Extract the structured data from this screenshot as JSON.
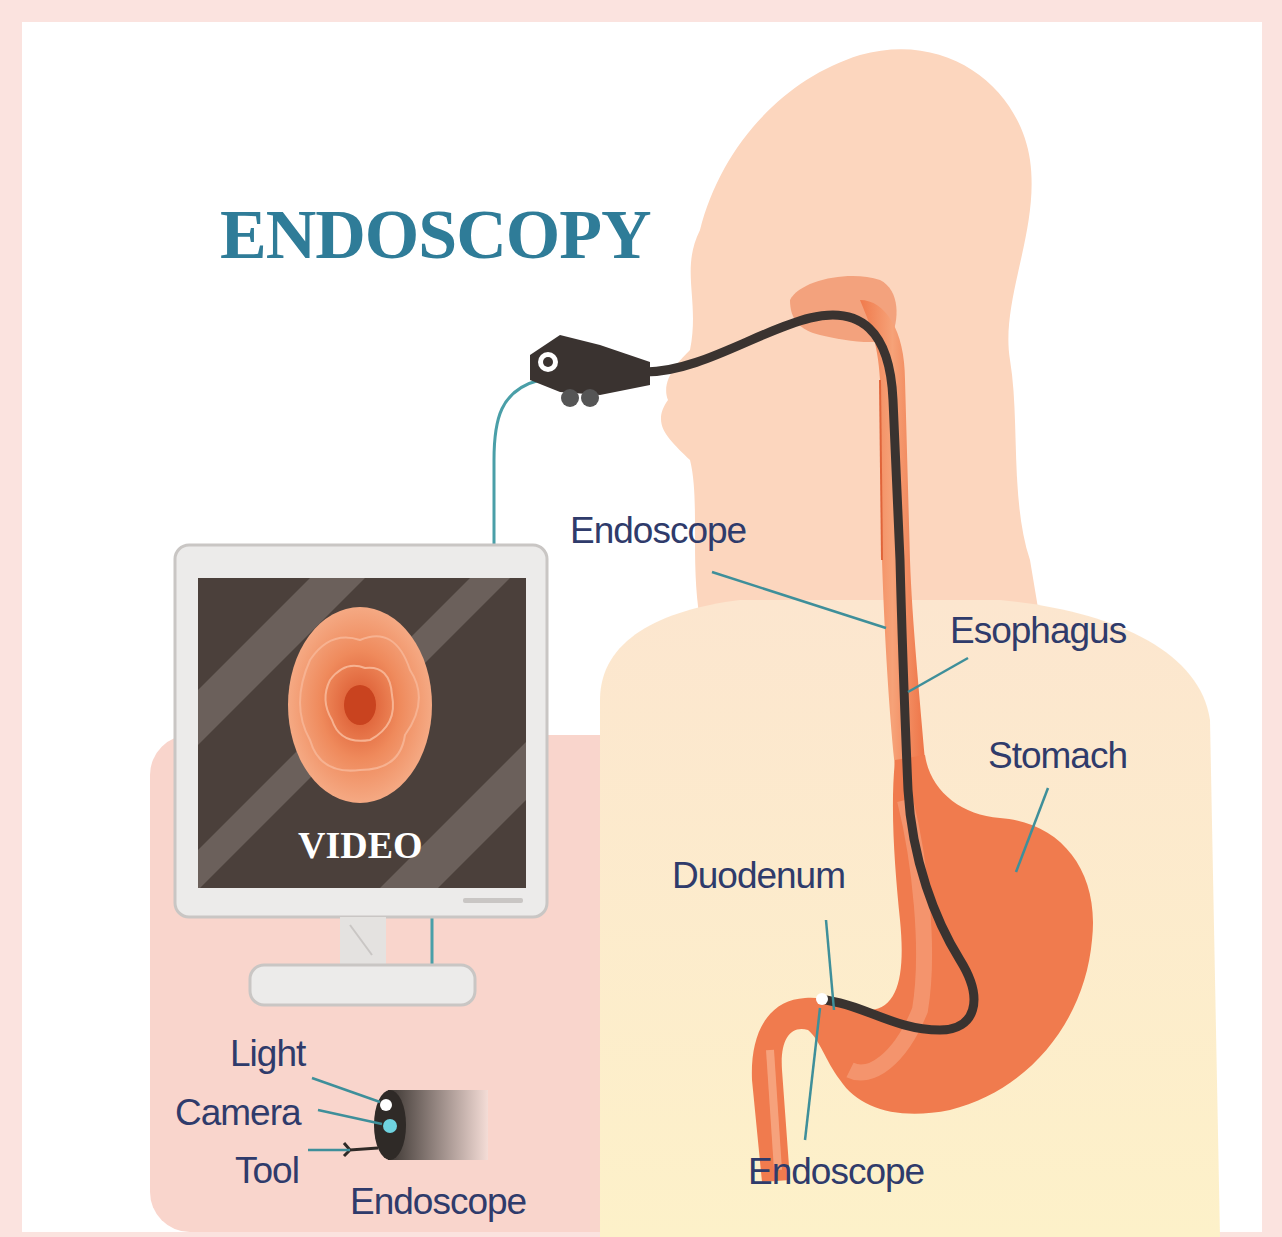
{
  "diagram": {
    "title": "ENDOSCOPY",
    "labels": [
      "VIDEO",
      "Endoscope",
      "Esophagus",
      "Stomach",
      "Duodenum",
      "Endoscope",
      "Light",
      "Camera",
      "Tool",
      "Endoscope"
    ]
  }
}
